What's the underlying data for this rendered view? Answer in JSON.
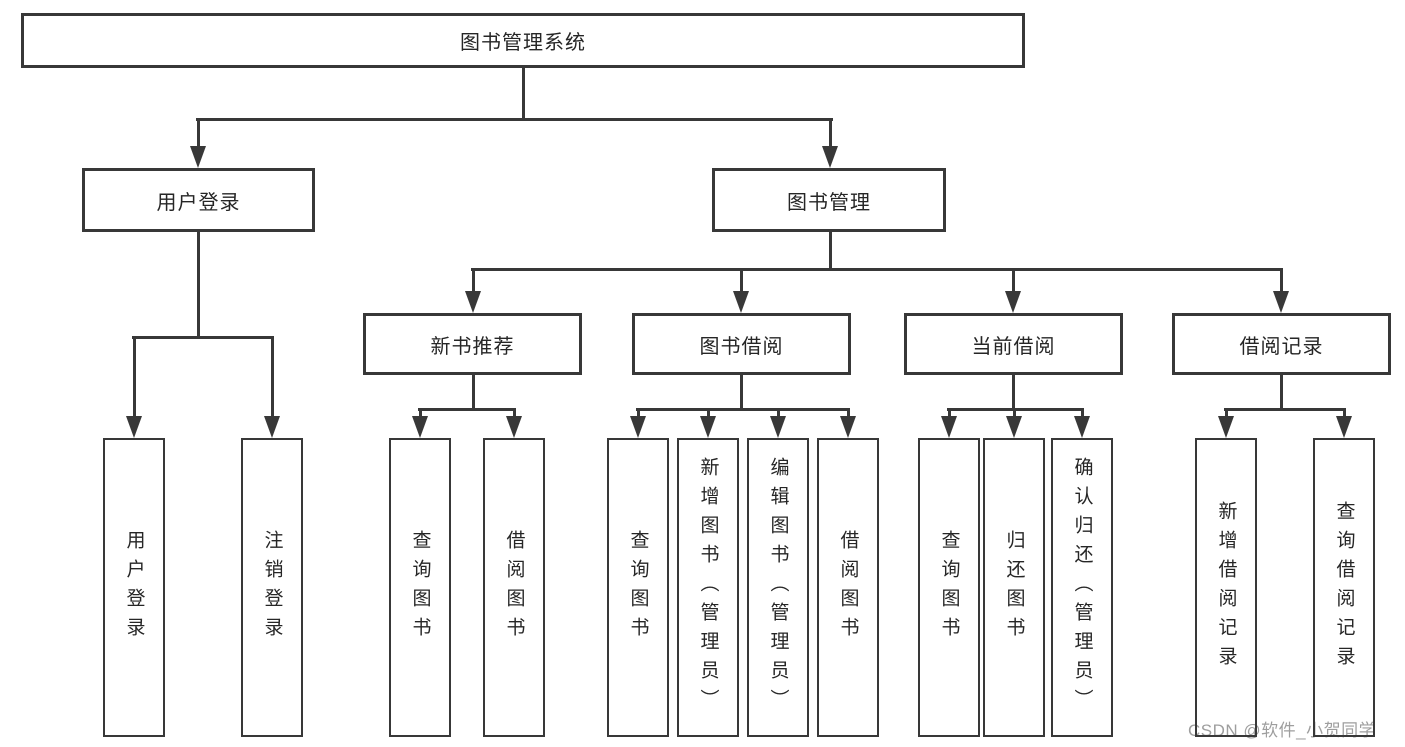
{
  "diagram": {
    "root": {
      "label": "图书管理系统"
    },
    "level1": [
      {
        "label": "用户登录"
      },
      {
        "label": "图书管理"
      }
    ],
    "level2": [
      {
        "label": "新书推荐"
      },
      {
        "label": "图书借阅"
      },
      {
        "label": "当前借阅"
      },
      {
        "label": "借阅记录"
      }
    ],
    "leaves": {
      "user_login": [
        {
          "label": "用户登录"
        },
        {
          "label": "注销登录"
        }
      ],
      "new_books": [
        {
          "label": "查询图书"
        },
        {
          "label": "借阅图书"
        }
      ],
      "book_borrowing": [
        {
          "label": "查询图书"
        },
        {
          "label": "新增图书（管理员）"
        },
        {
          "label": "编辑图书（管理员）"
        },
        {
          "label": "借阅图书"
        }
      ],
      "current_borrowing": [
        {
          "label": "查询图书"
        },
        {
          "label": "归还图书"
        },
        {
          "label": "确认归还（管理员）"
        }
      ],
      "borrowing_records": [
        {
          "label": "新增借阅记录"
        },
        {
          "label": "查询借阅记录"
        }
      ]
    }
  },
  "watermark": {
    "text": "CSDN @软件_小贺同学"
  },
  "colors": {
    "line": "#383838",
    "text": "#262626",
    "watermark": "#9e9e9e",
    "background": "#ffffff"
  }
}
